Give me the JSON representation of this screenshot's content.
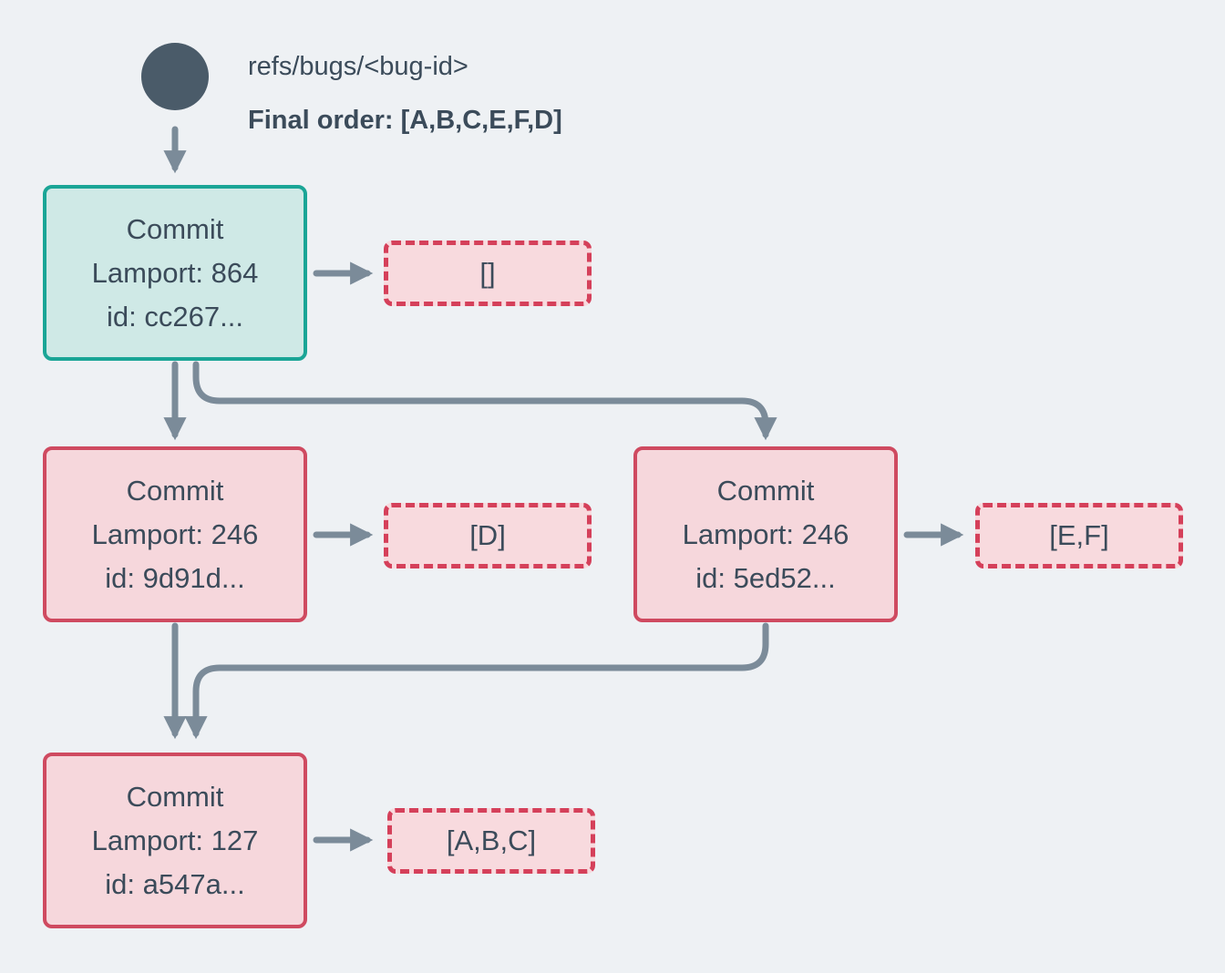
{
  "colors": {
    "background": "#eef1f4",
    "slate_text": "#3b4b5a",
    "circle_fill": "#4a5b69",
    "arrow": "#7b8b99",
    "teal_border": "#1aa596",
    "teal_fill": "#cfe9e6",
    "red_border": "#cf4a60",
    "red_fill": "#f6d7dc",
    "dashed_border": "#d5405a",
    "dashed_fill": "#f8dade"
  },
  "header": {
    "ref_label": "refs/bugs/<bug-id>",
    "final_order": "Final order: [A,B,C,E,F,D]"
  },
  "commits": [
    {
      "key": "root",
      "title": "Commit",
      "lamport": "Lamport: 864",
      "id": "id: cc267...",
      "operations": "[]"
    },
    {
      "key": "left",
      "title": "Commit",
      "lamport": "Lamport: 246",
      "id": "id: 9d91d...",
      "operations": "[D]"
    },
    {
      "key": "right",
      "title": "Commit",
      "lamport": "Lamport: 246",
      "id": "id: 5ed52...",
      "operations": "[E,F]"
    },
    {
      "key": "bottom",
      "title": "Commit",
      "lamport": "Lamport: 127",
      "id": "id: a547a...",
      "operations": "[A,B,C]"
    }
  ]
}
